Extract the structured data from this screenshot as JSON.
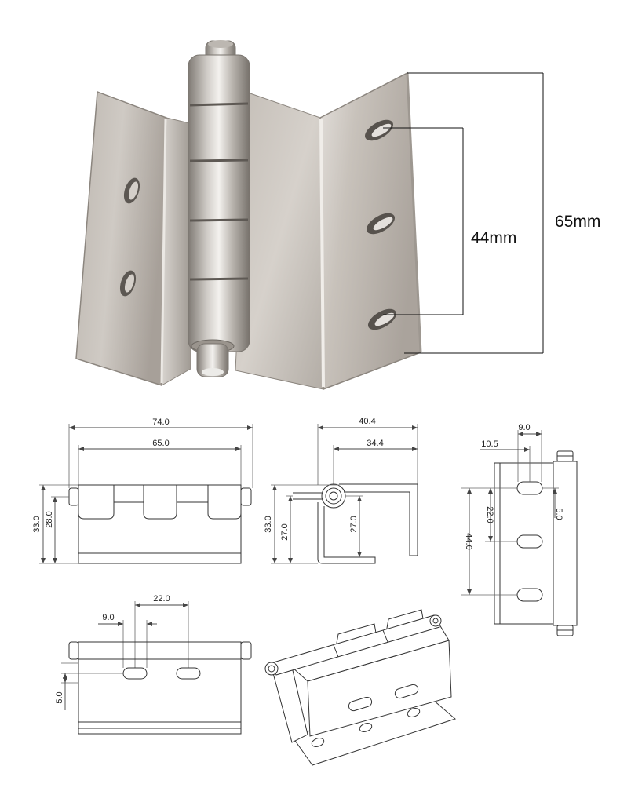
{
  "photo": {
    "overall_height_label": "65mm",
    "hole_pitch_label": "44mm"
  },
  "front_view": {
    "width_label": "74.0",
    "leaf_width_label": "65.0",
    "height_label": "33.0",
    "pin_height_label": "28.0"
  },
  "side_view": {
    "depth_label": "40.4",
    "inner_depth_label": "34.4",
    "height_label": "33.0",
    "left_height_label": "27.0",
    "right_height_label": "27.0"
  },
  "leaf_view": {
    "slot_length_label": "9.0",
    "slot_offset_label": "10.5",
    "slot_pitch_label": "22.0",
    "edge_offset_label": "5.0",
    "slot_span_label": "44.0"
  },
  "top_view": {
    "slot_pitch_label": "22.0",
    "slot_length_label": "9.0",
    "edge_offset_label": "5.0"
  },
  "colors": {
    "line": "#444444",
    "steel_light": "#e6e3df",
    "steel_dark": "#847e78"
  }
}
